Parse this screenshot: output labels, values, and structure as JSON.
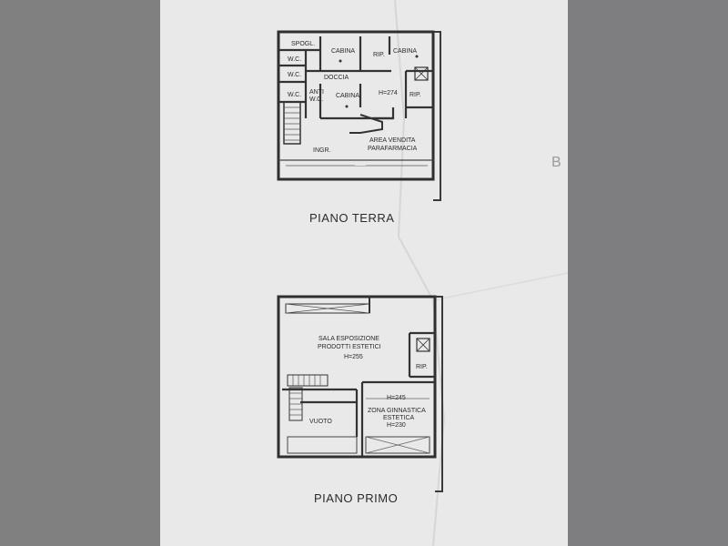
{
  "ground_floor": {
    "title": "PIANO TERRA",
    "rooms": {
      "spogl": "SPOGL.",
      "wc1": "W.C.",
      "wc2": "W.C.",
      "wc3": "W.C.",
      "anti": "ANTI",
      "anti_wc": "W.C.",
      "doccia": "DOCCIA",
      "cabina1": "CABINA",
      "cabina2": "CABINA",
      "cabina3": "CABINA",
      "rip1": "RIP.",
      "rip2": "RIP.",
      "height": "H=274",
      "ingr": "INGR.",
      "area_line1": "AREA VENDITA",
      "area_line2": "PARAFARMACIA"
    }
  },
  "first_floor": {
    "title": "PIANO PRIMO",
    "rooms": {
      "sala_line1": "SALA ESPOSIZIONE",
      "sala_line2": "PRODOTTI ESTETICI",
      "sala_height": "H=255",
      "rip": "RIP.",
      "height_245": "H=245",
      "zona_line1": "ZONA GINNASTICA",
      "zona_line2": "ESTETICA",
      "zona_height": "H=230",
      "vuoto": "VUOTO"
    }
  },
  "edge_mark": "B"
}
